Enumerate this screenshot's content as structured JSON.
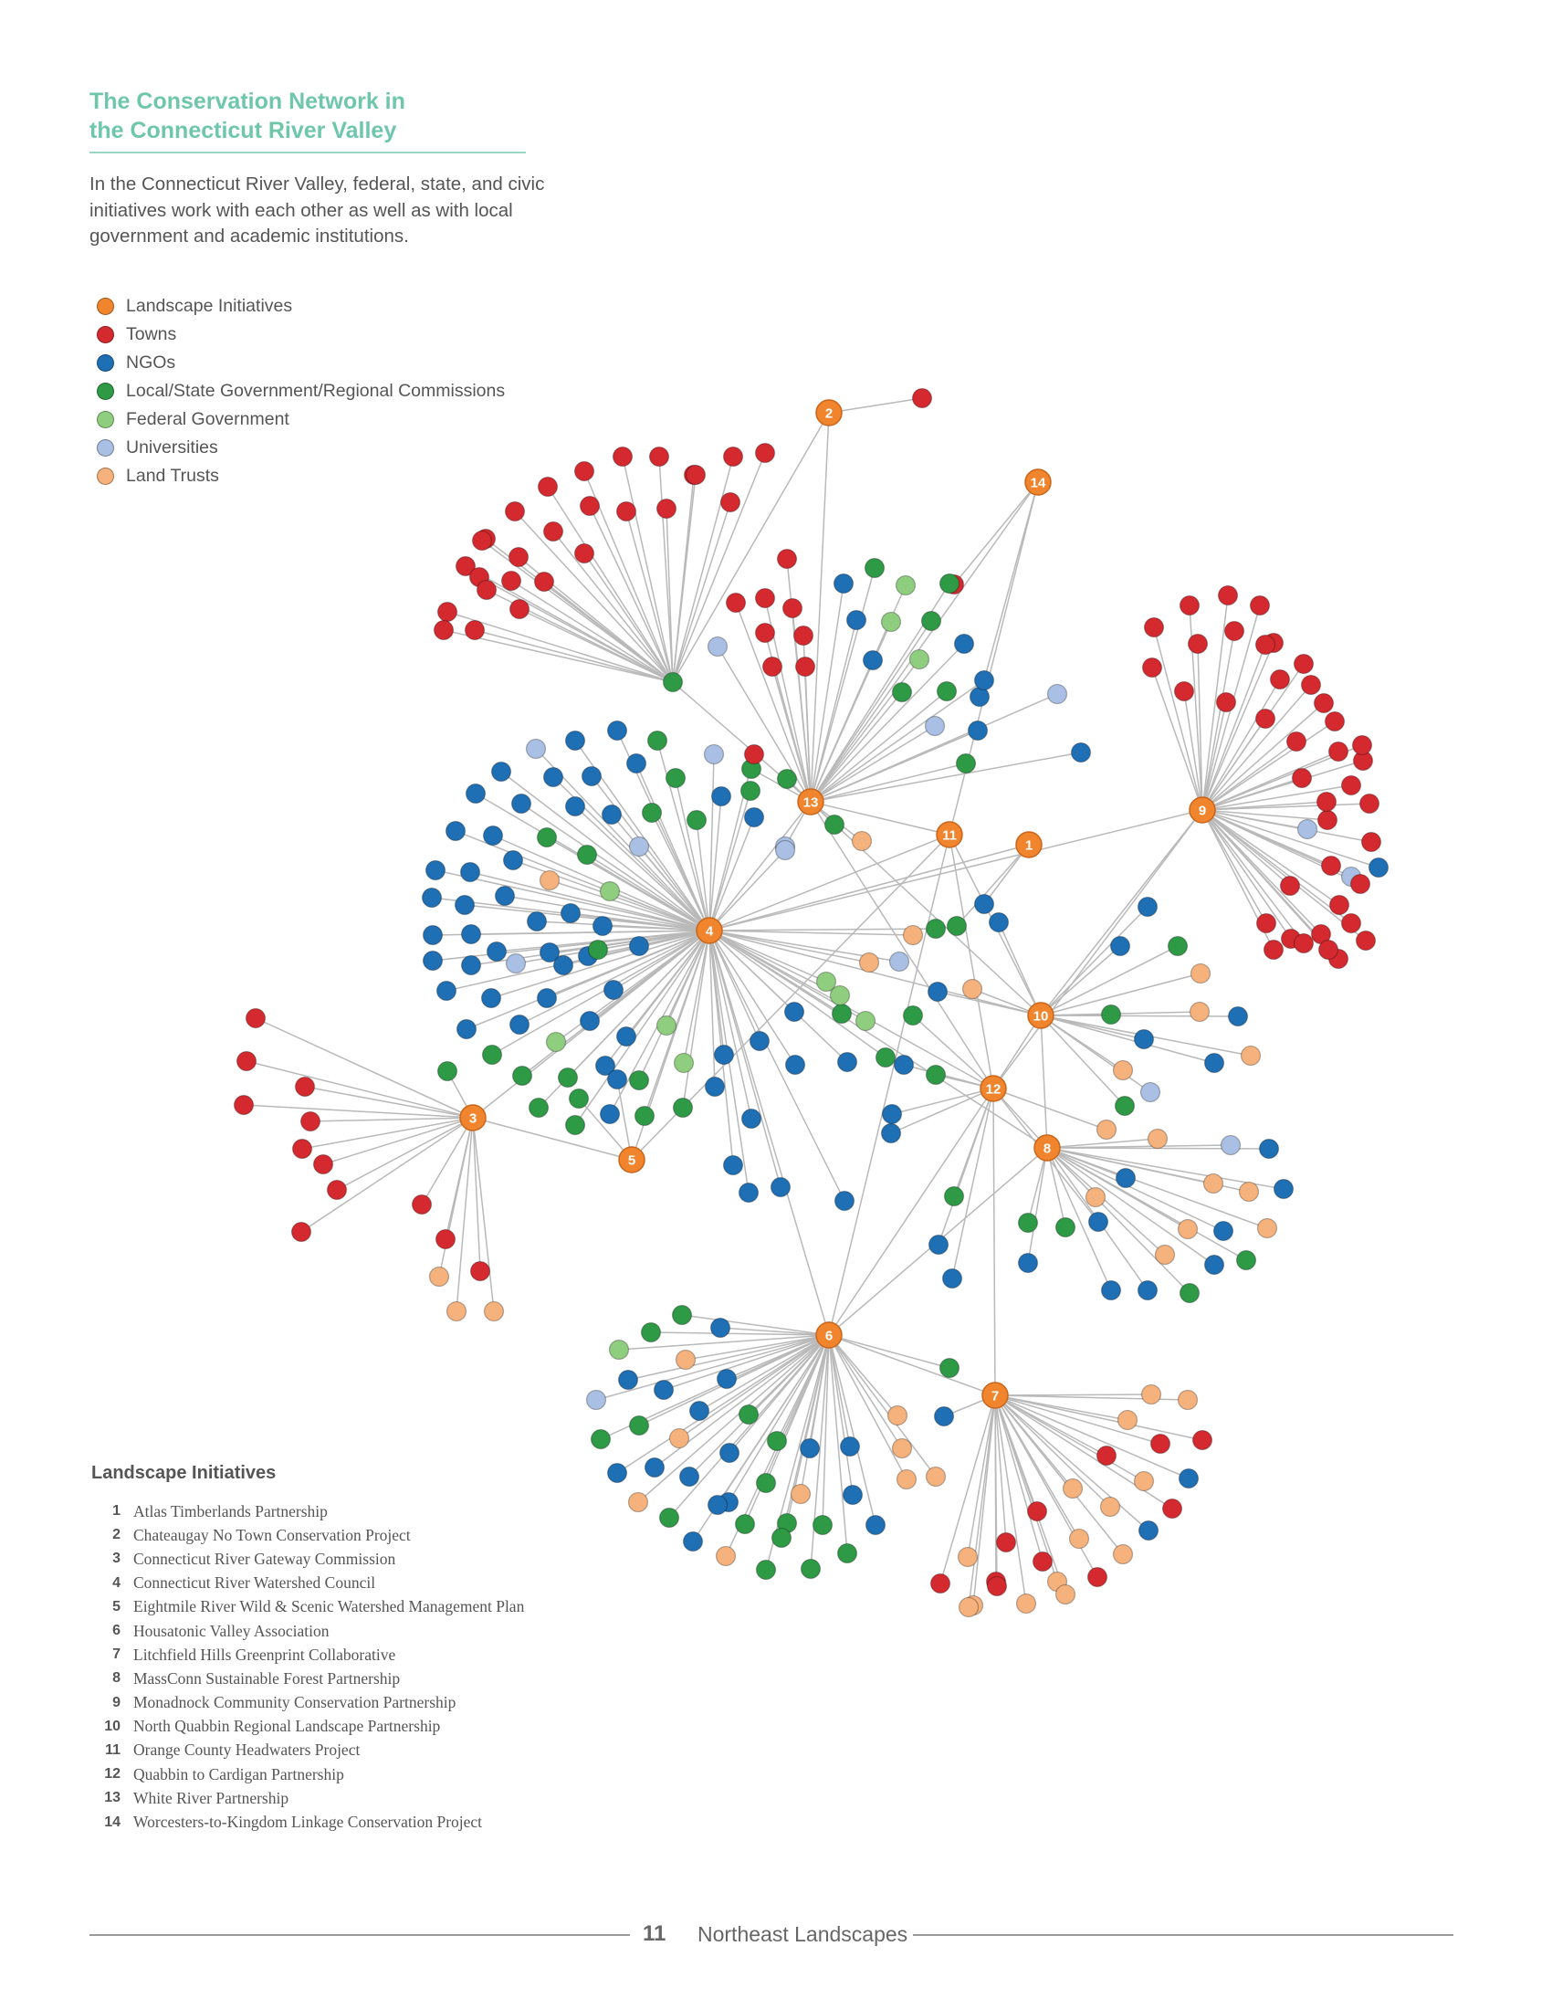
{
  "header": {
    "title_line1": "The Conservation Network in",
    "title_line2": "the Connecticut River Valley",
    "intro": "In the Connecticut River Valley, federal, state, and civic initiatives work with each other as well as with local government and academic institutions."
  },
  "legend": [
    {
      "label": "Landscape Initiatives",
      "color": "#f0852d"
    },
    {
      "label": "Towns",
      "color": "#d42a2f"
    },
    {
      "label": "NGOs",
      "color": "#1f6fb4"
    },
    {
      "label": "Local/State Government/Regional Commissions",
      "color": "#2e9a46"
    },
    {
      "label": "Federal Government",
      "color": "#8fce7e"
    },
    {
      "label": "Universities",
      "color": "#a9bfe3"
    },
    {
      "label": "Land Trusts",
      "color": "#f6b27c"
    }
  ],
  "initiatives": {
    "heading": "Landscape Initiatives",
    "items": [
      {
        "num": "1",
        "name": "Atlas Timberlands Partnership"
      },
      {
        "num": "2",
        "name": "Chateaugay No Town Conservation Project"
      },
      {
        "num": "3",
        "name": "Connecticut River Gateway Commission"
      },
      {
        "num": "4",
        "name": "Connecticut River Watershed Council"
      },
      {
        "num": "5",
        "name": "Eightmile River Wild & Scenic Watershed Management Plan"
      },
      {
        "num": "6",
        "name": "Housatonic Valley Association"
      },
      {
        "num": "7",
        "name": "Litchfield Hills Greenprint Collaborative"
      },
      {
        "num": "8",
        "name": "MassConn Sustainable Forest Partnership"
      },
      {
        "num": "9",
        "name": "Monadnock Community Conservation Partnership"
      },
      {
        "num": "10",
        "name": "North Quabbin Regional Landscape Partnership"
      },
      {
        "num": "11",
        "name": "Orange County Headwaters Project"
      },
      {
        "num": "12",
        "name": "Quabbin to Cardigan Partnership"
      },
      {
        "num": "13",
        "name": "White River Partnership"
      },
      {
        "num": "14",
        "name": "Worcesters-to-Kingdom Linkage Conservation Project"
      }
    ]
  },
  "hub_labels": [
    "1",
    "2",
    "3",
    "4",
    "5",
    "6",
    "7",
    "8",
    "9",
    "10",
    "11",
    "12",
    "13",
    "14"
  ],
  "footer": {
    "page_number": "11",
    "text": "Northeast Landscapes"
  }
}
